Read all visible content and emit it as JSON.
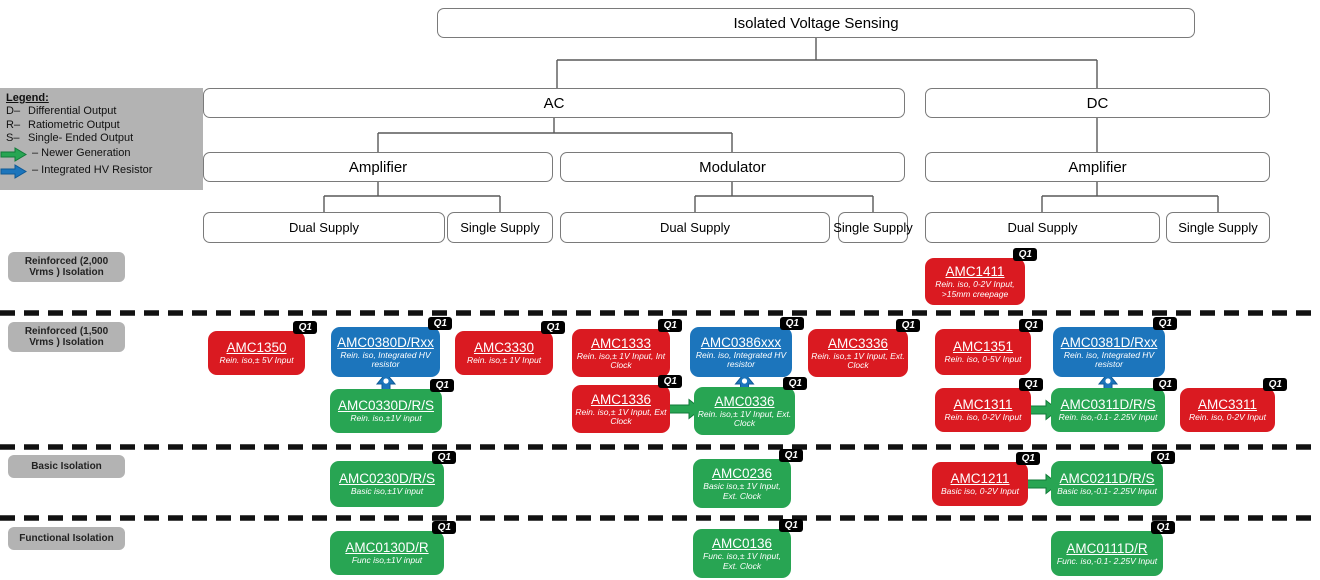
{
  "badge": "Q1",
  "colors": {
    "red": "#DA1A21",
    "green": "#28A553",
    "blue": "#1C75BC",
    "badge_bg": "#000000",
    "label_gray": "#b3b3b3",
    "line": "#595959"
  },
  "tree": {
    "root": "Isolated Voltage Sensing",
    "ac": "AC",
    "dc": "DC",
    "amplifier": "Amplifier",
    "modulator": "Modulator",
    "dual_supply": "Dual Supply",
    "single_supply": "Single Supply"
  },
  "legend": {
    "title": "Legend:",
    "items": [
      {
        "abbr": "D–",
        "label": "Differential Output"
      },
      {
        "abbr": "R–",
        "label": "Ratiometric Output"
      },
      {
        "abbr": "S–",
        "label": "Single- Ended Output"
      }
    ],
    "arrows": [
      {
        "icon": "newer-generation-arrow",
        "color": "green",
        "label": "–  Newer Generation"
      },
      {
        "icon": "integrated-hv-arrow",
        "color": "blue",
        "label": "–  Integrated HV Resistor"
      }
    ]
  },
  "isolation_rows": [
    "Reinforced (2,000 Vrms ) Isolation",
    "Reinforced (1,500 Vrms ) Isolation",
    "Basic Isolation",
    "Functional Isolation"
  ],
  "products": [
    {
      "name": "AMC1411",
      "desc": "Rein. iso, 0-2V Input, >15mm creepage",
      "color": "red",
      "q1": true
    },
    {
      "name": "AMC1350",
      "desc": "Rein. iso,± 5V Input",
      "color": "red",
      "q1": true
    },
    {
      "name": "AMC0380D/Rxx",
      "desc": "Rein. iso, Integrated HV resistor",
      "color": "blue",
      "q1": true
    },
    {
      "name": "AMC3330",
      "desc": "Rein. iso,± 1V Input",
      "color": "red",
      "q1": true
    },
    {
      "name": "AMC1333",
      "desc": "Rein. iso,± 1V Input, Int Clock",
      "color": "red",
      "q1": true
    },
    {
      "name": "AMC0386xxx",
      "desc": "Rein. iso, Integrated HV resistor",
      "color": "blue",
      "q1": true
    },
    {
      "name": "AMC3336",
      "desc": "Rein. iso,± 1V Input, Ext. Clock",
      "color": "red",
      "q1": true
    },
    {
      "name": "AMC1351",
      "desc": "Rein. iso, 0-5V Input",
      "color": "red",
      "q1": true
    },
    {
      "name": "AMC0381D/Rxx",
      "desc": "Rein. iso, Integrated HV resistor",
      "color": "blue",
      "q1": true
    },
    {
      "name": "AMC0330D/R/S",
      "desc": "Rein. iso,±1V input",
      "color": "green",
      "q1": true
    },
    {
      "name": "AMC1336",
      "desc": "Rein. iso,± 1V Input, Ext Clock",
      "color": "red",
      "q1": true
    },
    {
      "name": "AMC0336",
      "desc": "Rein. iso,± 1V Input, Ext. Clock",
      "color": "green",
      "q1": true
    },
    {
      "name": "AMC1311",
      "desc": "Rein. iso, 0-2V Input",
      "color": "red",
      "q1": true
    },
    {
      "name": "AMC0311D/R/S",
      "desc": "Rein. iso,-0.1- 2.25V Input",
      "color": "green",
      "q1": true
    },
    {
      "name": "AMC3311",
      "desc": "Rein. iso, 0-2V Input",
      "color": "red",
      "q1": true
    },
    {
      "name": "AMC0230D/R/S",
      "desc": "Basic iso,±1V input",
      "color": "green",
      "q1": true
    },
    {
      "name": "AMC0236",
      "desc": "Basic iso,± 1V Input, Ext. Clock",
      "color": "green",
      "q1": true
    },
    {
      "name": "AMC1211",
      "desc": "Basic iso, 0-2V Input",
      "color": "red",
      "q1": true
    },
    {
      "name": "AMC0211D/R/S",
      "desc": "Basic iso,-0.1- 2.25V Input",
      "color": "green",
      "q1": true
    },
    {
      "name": "AMC0130D/R",
      "desc": "Func iso,±1V input",
      "color": "green",
      "q1": true
    },
    {
      "name": "AMC0136",
      "desc": "Func. iso,± 1V Input, Ext. Clock",
      "color": "green",
      "q1": true
    },
    {
      "name": "AMC0111D/R",
      "desc": "Func. iso,-0.1- 2.25V Input",
      "color": "green",
      "q1": true
    }
  ],
  "relations": [
    {
      "type": "integrated-hv-resistor",
      "from": "AMC0330D/R/S",
      "to": "AMC0380D/Rxx"
    },
    {
      "type": "integrated-hv-resistor",
      "from": "AMC0336",
      "to": "AMC0386xxx"
    },
    {
      "type": "integrated-hv-resistor",
      "from": "AMC0311D/R/S",
      "to": "AMC0381D/Rxx"
    },
    {
      "type": "newer-generation",
      "from": "AMC1336",
      "to": "AMC0336"
    },
    {
      "type": "newer-generation",
      "from": "AMC1311",
      "to": "AMC0311D/R/S"
    },
    {
      "type": "newer-generation",
      "from": "AMC1211",
      "to": "AMC0211D/R/S"
    }
  ]
}
